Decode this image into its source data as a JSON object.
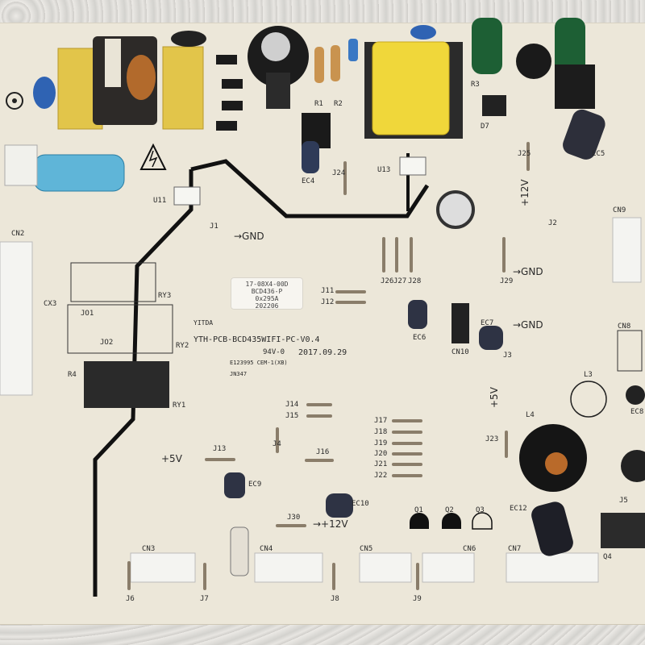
{
  "sticker": {
    "lines": [
      "17-08X4-00D",
      "BCD436-P",
      "0x295A",
      "202206"
    ]
  },
  "board": {
    "part_number": "YTH-PCB-BCD435WIFI-PC-V0.4",
    "rating": "94V-0",
    "date": "2017.09.29",
    "ul_code": "E123995 CEM-1(XB)",
    "lot": "JN347",
    "brand": "YITDA"
  },
  "labels": {
    "gnd1": "→GND",
    "gnd2": "→GND",
    "gnd3": "→GND",
    "plus12v_vert": "+12V",
    "plus5v_vert": "+5V",
    "plus5v": "+5V",
    "plus12v": "→+12V",
    "cn2": "CN2",
    "cn3": "CN3",
    "cn4": "CN4",
    "cn5": "CN5",
    "cn6": "CN6",
    "cn7": "CN7",
    "cn8": "CN8",
    "cn9": "CN9",
    "cn10": "CN10",
    "ry1": "RY1",
    "ry2": "RY2",
    "ry3": "RY3",
    "ec4": "EC4",
    "ec5": "EC5",
    "ec6": "EC6",
    "ec7": "EC7",
    "ec8": "EC8",
    "ec9": "EC9",
    "ec10": "EC10",
    "ec12": "EC12",
    "l3": "L3",
    "l4": "L4",
    "q1": "Q1",
    "q2": "Q2",
    "q3": "Q3",
    "q4": "Q4",
    "j1": "J1",
    "j2": "J2",
    "j3": "J3",
    "j4": "J4",
    "j5": "J5",
    "j6": "J6",
    "j7": "J7",
    "j8": "J8",
    "j9": "J9",
    "j11": "J11",
    "j12": "J12",
    "j13": "J13",
    "j14": "J14",
    "j15": "J15",
    "j16": "J16",
    "j17": "J17",
    "j18": "J18",
    "j19": "J19",
    "j20": "J20",
    "j21": "J21",
    "j22": "J22",
    "j23": "J23",
    "j24": "J24",
    "j25": "J25",
    "j26": "J26",
    "j27": "J27",
    "j28": "J28",
    "j29": "J29",
    "j30": "J30",
    "jo1": "JO1",
    "jo2": "JO2",
    "cx3": "CX3",
    "r4": "R4",
    "r1": "R1",
    "r2": "R2",
    "r3": "R3",
    "d7": "D7",
    "u11": "U11",
    "u13": "U13"
  }
}
